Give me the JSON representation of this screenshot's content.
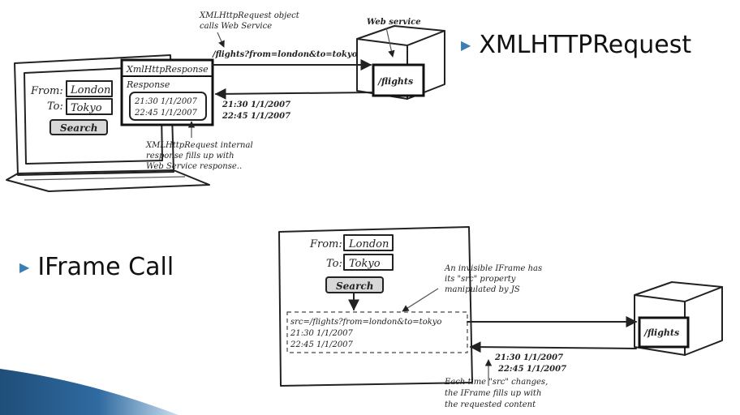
{
  "bullets": {
    "xhr": "XMLHTTPRequest",
    "iframe": "IFrame Call"
  },
  "top_diagram": {
    "note_top": [
      "XMLHttpRequest object",
      "calls Web Service"
    ],
    "web_service_label": "Web service",
    "request_url": "/flights?from=london&to=tokyo",
    "server_box_label": "/flights",
    "xhr_panel_title": "XmlHttpResponse",
    "xhr_panel_subtitle": "Response",
    "response_lines": [
      "21:30 1/1/2007",
      "22:45 1/1/2007"
    ],
    "return_lines": [
      "21:30 1/1/2007",
      "22:45 1/1/2007"
    ],
    "form": {
      "from_label": "From:",
      "from_value": "London",
      "to_label": "To:",
      "to_value": "Tokyo",
      "search_label": "Search"
    },
    "note_bottom": [
      "XMLHttpRequest internal",
      "response fills up with",
      "Web Service response.."
    ]
  },
  "bottom_diagram": {
    "form": {
      "from_label": "From:",
      "from_value": "London",
      "to_label": "To:",
      "to_value": "Tokyo",
      "search_label": "Search"
    },
    "note_right": [
      "An invisible IFrame has",
      "its \"src\" property",
      "manipulated by JS"
    ],
    "iframe_lines": [
      "src=/flights?from=london&to=tokyo",
      "21:30 1/1/2007",
      "22:45 1/1/2007"
    ],
    "server_box_label": "/flights",
    "return_lines": [
      "21:30 1/1/2007",
      "22:45 1/1/2007"
    ],
    "note_bottom": [
      "Each time \"src\" changes,",
      "the IFrame fills up with",
      "the requested content"
    ]
  },
  "colors": {
    "bullet_accent": "#3a7fb4",
    "slide_bar_dark": "#1f4e79",
    "slide_bar_light": "#9cc3e0"
  }
}
